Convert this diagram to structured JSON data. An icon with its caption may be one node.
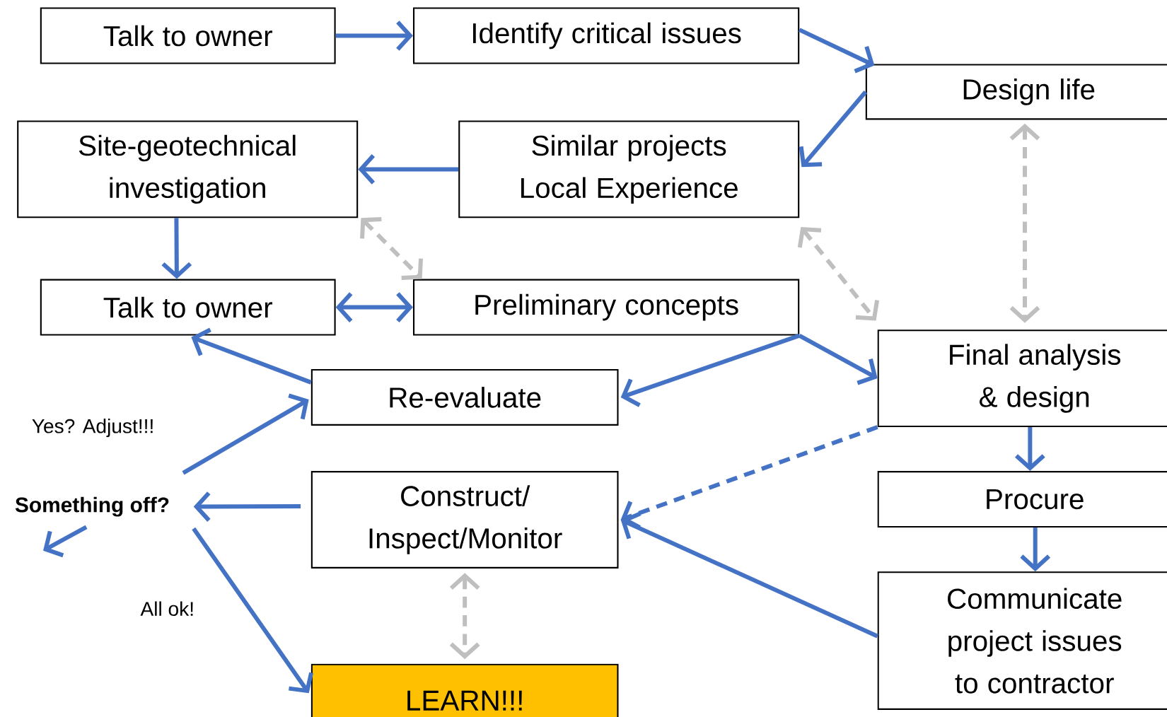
{
  "diagram": {
    "nodes": [
      {
        "text": [
          "Talk to owner"
        ]
      },
      {
        "text": [
          "Identify critical issues"
        ]
      },
      {
        "text": [
          "Design life"
        ]
      },
      {
        "text": [
          "Site-geotechnical investigation"
        ]
      },
      {
        "text": [
          "Similar projects Local Experience"
        ]
      },
      {
        "text": [
          "Talk to owner"
        ]
      },
      {
        "text": [
          "Preliminary concepts"
        ]
      },
      {
        "text": [
          "Final analysis & design"
        ]
      },
      {
        "text": [
          "Re-evaluate"
        ]
      },
      {
        "text": [
          "Procure"
        ]
      },
      {
        "text": [
          "Something off?"
        ]
      },
      {
        "text": [
          "Construct/ Inspect/Monitor"
        ]
      },
      {
        "text": [
          "Communicate project issues to contractor"
        ]
      },
      {
        "text": [
          "LEARN!!!"
        ]
      }
    ],
    "edges": [
      {
        "from": 0,
        "to": 1,
        "arrow": "to"
      },
      {
        "from": 1,
        "to": 2,
        "arrow": "to"
      },
      {
        "from": 2,
        "to": 4,
        "arrow": "to"
      },
      {
        "from": 4,
        "to": 3,
        "arrow": "to"
      },
      {
        "from": 3,
        "to": 5,
        "arrow": "to"
      },
      {
        "from": 5,
        "to": 6,
        "arrow": "both"
      },
      {
        "from": 3,
        "to": 6,
        "arrow": "both",
        "style": "dashed",
        "color": "#bfbfbf"
      },
      {
        "from": 4,
        "to": 7,
        "arrow": "both",
        "style": "dashed",
        "color": "#bfbfbf"
      },
      {
        "from": 2,
        "to": 7,
        "arrow": "both",
        "style": "dashed",
        "color": "#bfbfbf"
      },
      {
        "from": 6,
        "to": 8,
        "arrow": "to"
      },
      {
        "from": 6,
        "to": 7,
        "arrow": "to"
      },
      {
        "from": 8,
        "to": 5,
        "arrow": "to"
      },
      {
        "from": 10,
        "to": 8,
        "arrow": "to"
      },
      {
        "from": 11,
        "to": 10,
        "arrow": "to"
      },
      {
        "from": 10,
        "to": null,
        "arrow": "to"
      },
      {
        "from": 10,
        "to": 13,
        "arrow": "to"
      },
      {
        "from": 7,
        "to": 11,
        "arrow": "to",
        "style": "dashed"
      },
      {
        "from": 12,
        "to": 11,
        "arrow": "to"
      },
      {
        "from": 7,
        "to": 9,
        "arrow": "to"
      },
      {
        "from": 9,
        "to": 12,
        "arrow": "to"
      },
      {
        "from": 11,
        "to": 13,
        "arrow": "both",
        "style": "dashed",
        "color": "#bfbfbf"
      }
    ],
    "labels": [
      "Yes? Adjust!!!",
      "All ok!"
    ]
  }
}
